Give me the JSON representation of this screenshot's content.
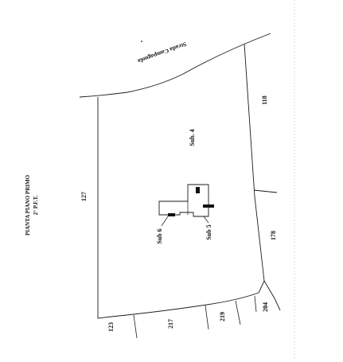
{
  "title": {
    "line1": "PIANTA PIANO PRIMO",
    "line2": "2° P.F.T."
  },
  "road": {
    "name": "Strada Campagnola"
  },
  "units": {
    "main": "Sub. 4",
    "sub5": "Sub 5",
    "sub6": "Sub 6"
  },
  "parcels": {
    "p127": "127",
    "p118": "118",
    "p178": "178",
    "p123": "123",
    "p217": "217",
    "p219": "219",
    "p204": "204"
  },
  "colors": {
    "line": "#1a1a1a",
    "fill_dark": "#111111",
    "page_edge": "#d8d8d8"
  }
}
